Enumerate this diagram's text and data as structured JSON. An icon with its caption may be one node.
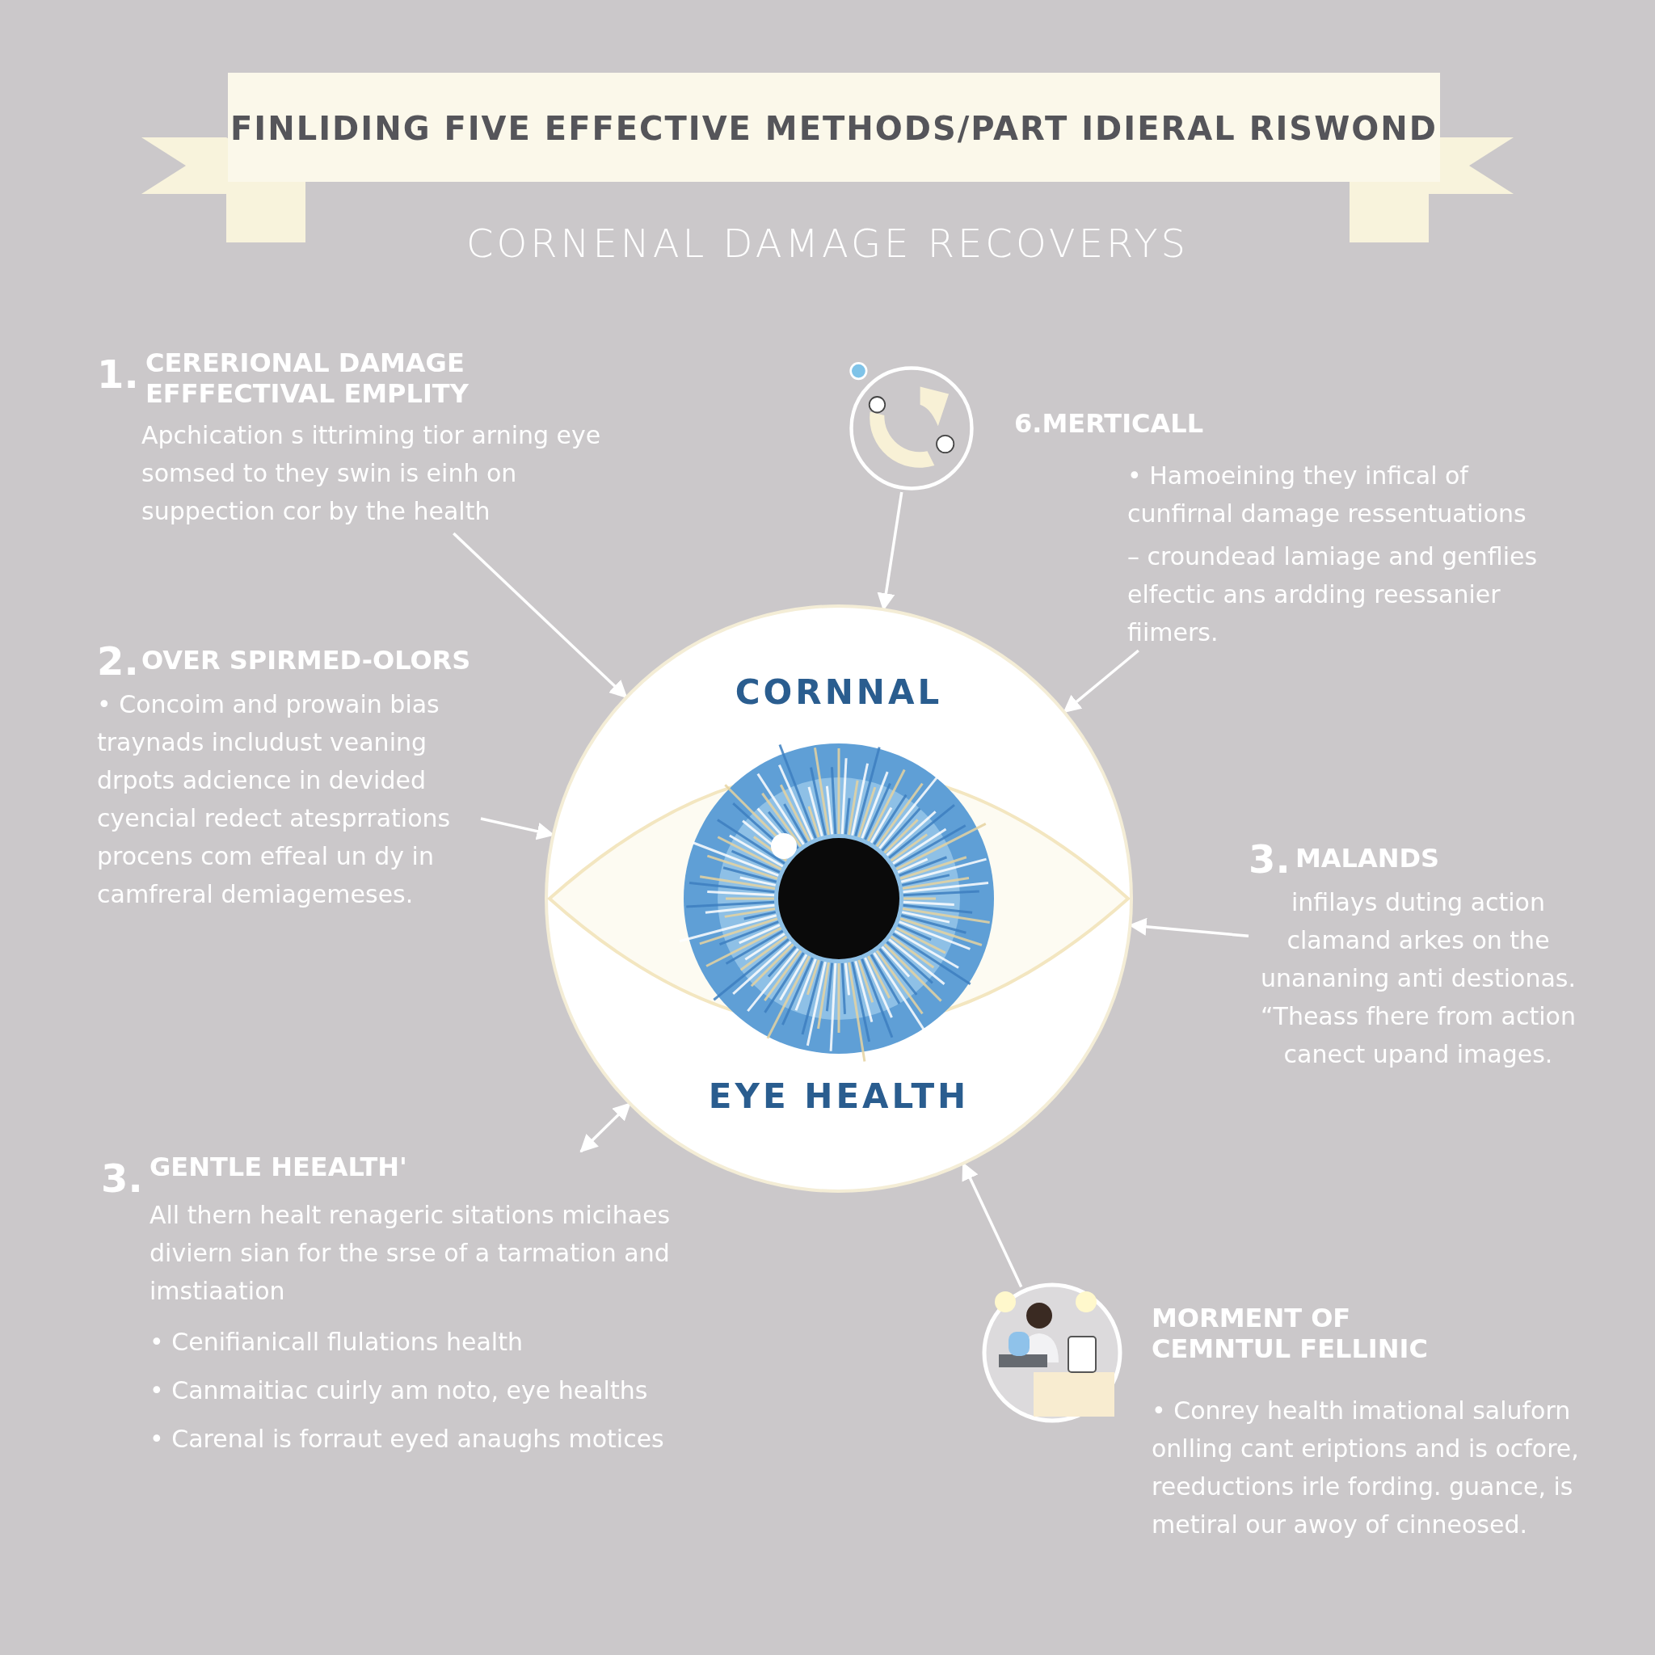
{
  "diagram": {
    "title": "FINLIDING FIVE EFFECTIVE METHODS/PART IDIERAL RISWOND",
    "nodes": [
      {
        "text": [
          "1.",
          "CERERIONAL DAMAGE EFFFECTIVAL EMPLITY",
          "Apchication s ittriming tior arning eye somsed to they swin is einh on suppection cor by the health"
        ]
      },
      {
        "text": [],
        "shape": "picture"
      },
      {
        "text": [
          "6.MERTICALL",
          "• Hamoeining they infical of cunfirnal damage ressentuations",
          "– croundead lamiage and genflies elfectic ans ardding reessanier fiimers."
        ]
      },
      {
        "text": [
          "2.",
          "OVER SPIRMED-OLORS",
          "• Concoim and prowain bias traynads includust veaning drpots adcience in devided cyencial redect atesprrations procens com effeal un dy in camfreral demiagemeses."
        ]
      },
      {
        "text": [
          "CORNNAL",
          "EYE HEALTH"
        ]
      },
      {
        "text": [
          "3.",
          "MALANDS",
          "infilays duting action clamand arkes on the unananing anti destionas. “Theass fhere from action canect upand images."
        ]
      },
      {
        "text": [
          "3.",
          "GENTLE HEEALTH'",
          "All thern healt renageric sitations micihaes diviern sian for the srse of a tarmation and imstiaation",
          "• Cenifianicall flulations health",
          "• Canmaitiac cuirly am noto, eye healths",
          "• Carenal is forraut eyed anaughs motices"
        ]
      },
      {
        "text": [],
        "shape": "picture"
      },
      {
        "text": [
          "MORMENT OF CEMNTUL FELLINIC",
          "• Conrey health imational saluforn onlling cant eriptions and is ocfore, reeductions irle fording. guance, is metiral our awoy of cinneosed."
        ]
      }
    ],
    "edges": [
      {
        "from": 0,
        "to": 4,
        "arrow": "to"
      },
      {
        "from": 1,
        "to": 4,
        "arrow": "to"
      },
      {
        "from": 2,
        "to": 4,
        "arrow": "to"
      },
      {
        "from": 3,
        "to": 4,
        "arrow": "to"
      },
      {
        "from": 5,
        "to": 4,
        "arrow": "to"
      },
      {
        "from": 6,
        "to": 4,
        "arrow": "both"
      },
      {
        "from": 7,
        "to": 4,
        "arrow": "to"
      }
    ],
    "labels": [
      "CORNENAL DAMAGE RECOVERYS"
    ]
  }
}
